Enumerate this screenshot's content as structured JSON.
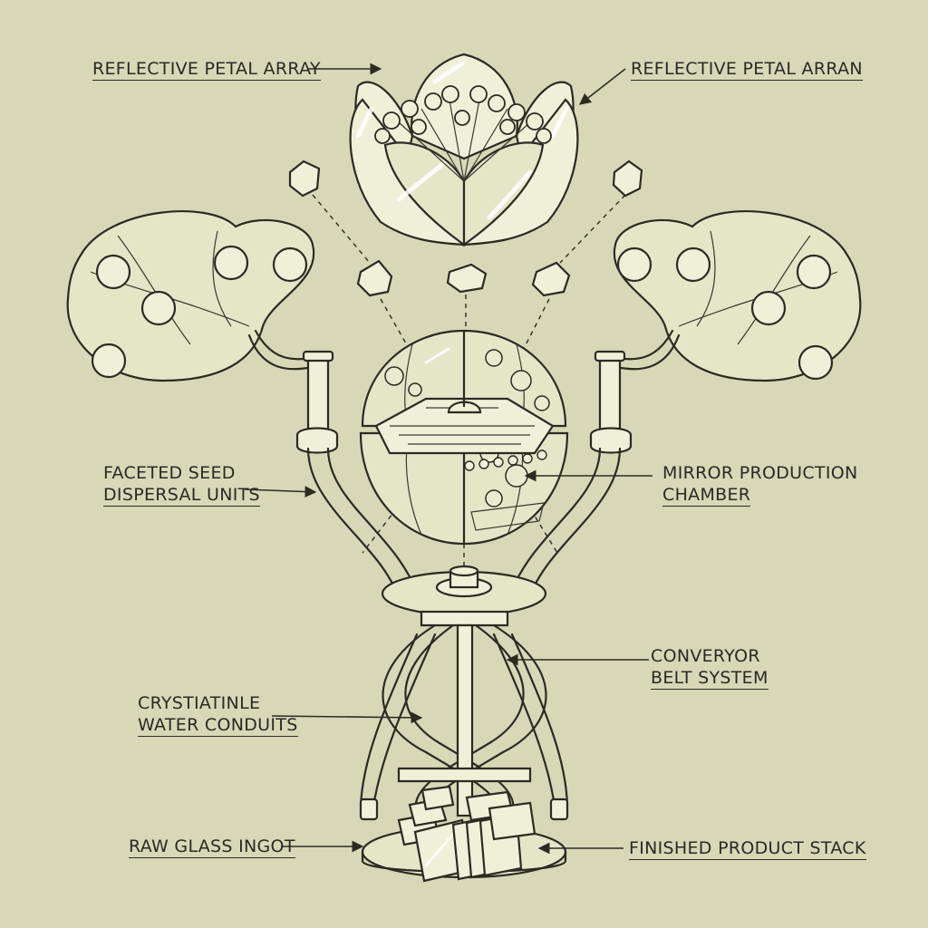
{
  "labels": {
    "petal_left": "REFLECTIVE PETAL ARRAY",
    "petal_right": "REFLECTIVE PETAL ARRAN",
    "seed_line1": "FACETED SEED",
    "seed_line2": "DISPERSAL UNITS",
    "mirror_line1": "MIRROR PRODUCTION",
    "mirror_line2": "CHAMBER",
    "conveyor_line1": "CONVERYOR",
    "conveyor_line2": "BELT SYSTEM",
    "water_line1": "CRYSTIATINLE",
    "water_line2": "WATER CONDUITS",
    "ingot": "RAW GLASS INGOT",
    "finished": "FINISHED PRODUCT STACK"
  },
  "colors": {
    "background": "#d6d8b8",
    "ink": "#2b2b22",
    "glass": "#eef0d8"
  }
}
